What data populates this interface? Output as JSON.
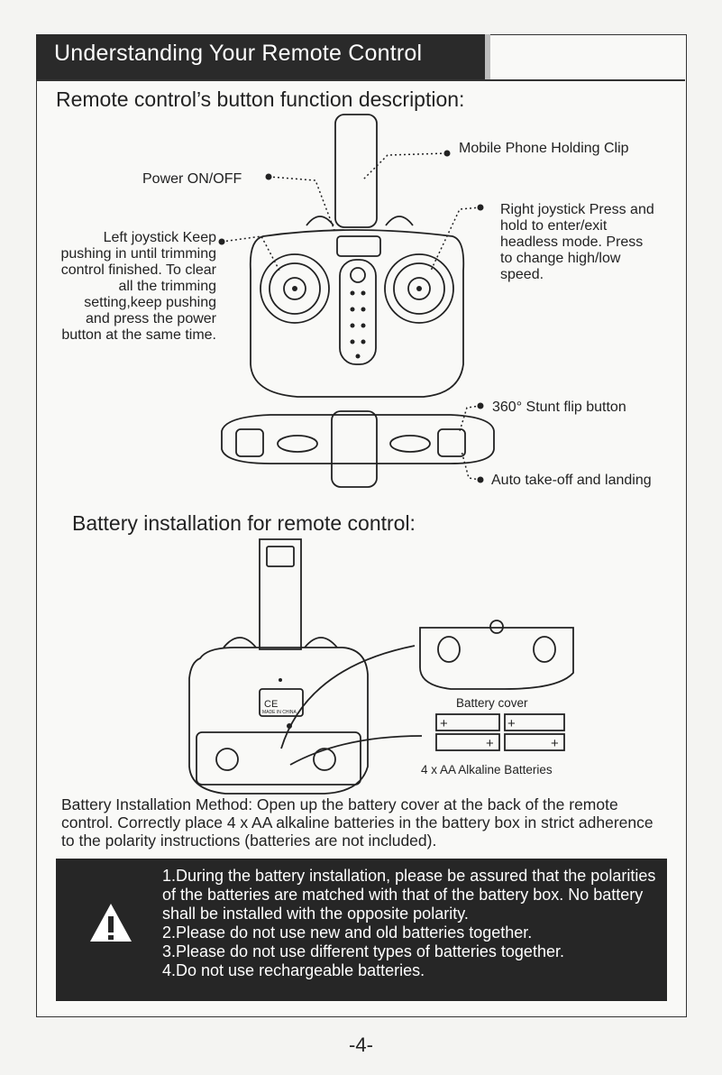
{
  "header": {
    "title": "Understanding Your Remote Control"
  },
  "section1": {
    "heading": "Remote control’s button function description:"
  },
  "labels": {
    "phone_clip": "Mobile Phone Holding Clip",
    "power": "Power ON/OFF",
    "left_joystick": [
      "Left joystick Keep",
      "pushing in until trimming",
      "control finished. To clear",
      "all the trimming",
      "setting,keep pushing",
      "and press the power",
      "button at the same time."
    ],
    "right_joystick": [
      "Right joystick Press and",
      "hold to enter/exit",
      "headless mode. Press",
      "to change high/low",
      "speed."
    ],
    "stunt_flip": "360° Stunt flip button",
    "auto_takeoff": "Auto take-off and landing"
  },
  "section2": {
    "heading": "Battery installation for remote control:"
  },
  "battery": {
    "cover_caption": "Battery cover",
    "batteries_caption": "4 x AA Alkaline Batteries",
    "plus": "+",
    "method": "Battery Installation Method: Open up the battery cover at the back of the remote control. Correctly place 4 x AA alkaline batteries in the battery box in strict adherence to the polarity instructions (batteries are not included).",
    "badge_ce": "CE",
    "badge_made": "MADE IN CHINA"
  },
  "warnings": {
    "icon": "warning-triangle-icon",
    "items": [
      "1.During the battery installation, please be assured that the polarities of the batteries are matched with that of the battery box. No battery shall be installed with the opposite polarity.",
      "2.Please do not use new and old batteries together.",
      "3.Please do not use different types of batteries together.",
      "4.Do not use rechargeable batteries."
    ]
  },
  "page_number": "-4-"
}
